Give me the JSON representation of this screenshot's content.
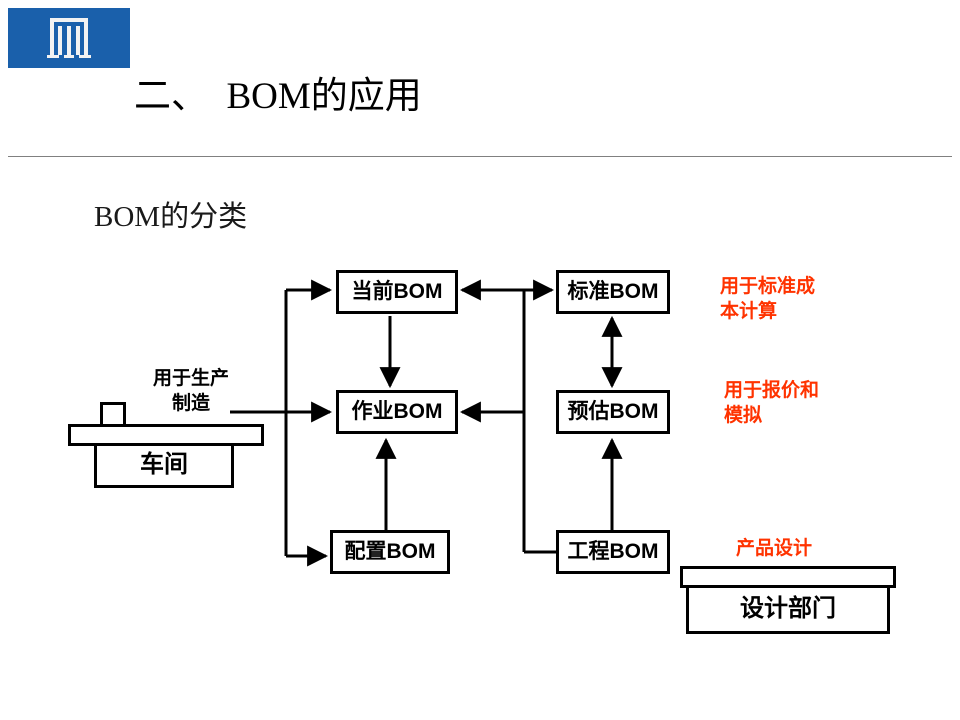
{
  "header": {
    "logo_name": "institution-logo",
    "logo_bg": "#1a60ab",
    "title": "二、  BOM的应用",
    "rule_color": "#808080"
  },
  "subtitle": "BOM的分类",
  "colors": {
    "accent_red": "#ff3300",
    "line": "#000000",
    "logo_blue": "#1a60ab"
  },
  "diagram": {
    "title": "BOM的分类",
    "nodes": [
      {
        "id": "current-bom",
        "label": "当前BOM"
      },
      {
        "id": "standard-bom",
        "label": "标准BOM"
      },
      {
        "id": "operation-bom",
        "label": "作业BOM"
      },
      {
        "id": "estimate-bom",
        "label": "预估BOM"
      },
      {
        "id": "config-bom",
        "label": "配置BOM"
      },
      {
        "id": "engineering-bom",
        "label": "工程BOM"
      }
    ],
    "workshop": {
      "label": "车间",
      "caption": "用于生产\n制造"
    },
    "design_dept": {
      "label": "设计部门",
      "caption": "产品设计"
    },
    "notes": [
      {
        "id": "note-standard-cost",
        "text": "用于标准成\n本计算"
      },
      {
        "id": "note-quote-sim",
        "text": "用于报价和\n模拟"
      },
      {
        "id": "note-product-design",
        "text": "产品设计"
      }
    ]
  }
}
